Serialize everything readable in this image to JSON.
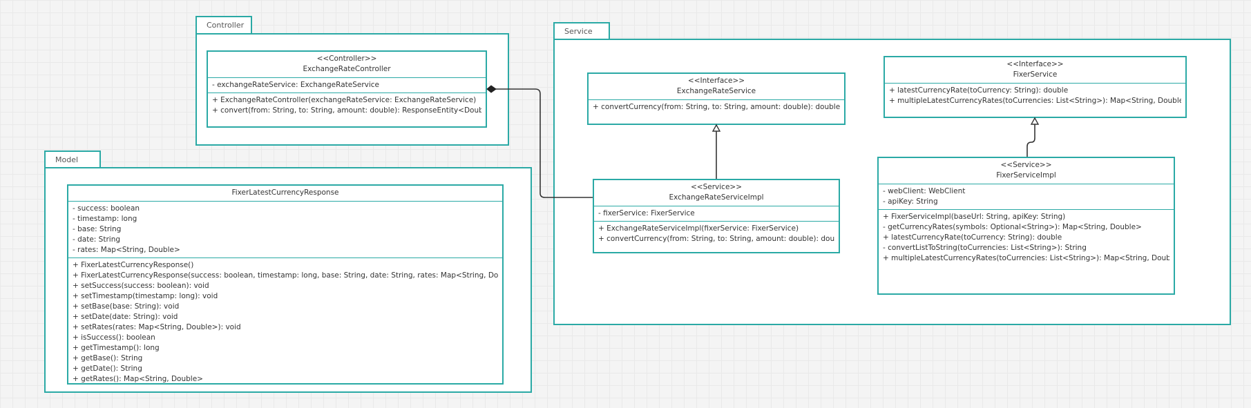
{
  "packages": {
    "controller": {
      "label": "Controller"
    },
    "service": {
      "label": "Service"
    },
    "model": {
      "label": "Model"
    }
  },
  "classes": {
    "exchange_rate_controller": {
      "stereotype": "<<Controller>>",
      "name": "ExchangeRateController",
      "attributes": [
        "-  exchangeRateService: ExchangeRateService"
      ],
      "methods": [
        "+ ExchangeRateController(exchangeRateService: ExchangeRateService)",
        "+ convert(from: String, to: String, amount: double): ResponseEntity<Double>"
      ]
    },
    "exchange_rate_service": {
      "stereotype": "<<Interface>>",
      "name": "ExchangeRateService",
      "methods": [
        "+ convertCurrency(from: String, to: String, amount: double): double"
      ]
    },
    "fixer_service": {
      "stereotype": "<<Interface>>",
      "name": "FixerService",
      "methods": [
        "+ latestCurrencyRate(toCurrency: String): double",
        "+ multipleLatestCurrencyRates(toCurrencies: List<String>): Map<String, Double>"
      ]
    },
    "exchange_rate_service_impl": {
      "stereotype": "<<Service>>",
      "name": "ExchangeRateServiceImpl",
      "attributes": [
        "- fixerService: FixerService"
      ],
      "methods": [
        "+ ExchangeRateServiceImpl(fixerService: FixerService)",
        "+ convertCurrency(from: String, to: String, amount: double): double"
      ]
    },
    "fixer_service_impl": {
      "stereotype": "<<Service>>",
      "name": "FixerServiceImpl",
      "attributes": [
        "- webClient: WebClient",
        "- apiKey: String"
      ],
      "methods": [
        "+ FixerServiceImpl(baseUrl: String, apiKey: String)",
        "- getCurrencyRates(symbols: Optional<String>): Map<String, Double>",
        "+ latestCurrencyRate(toCurrency: String): double",
        "- convertListToString(toCurrencies: List<String>): String",
        "+ multipleLatestCurrencyRates(toCurrencies: List<String>): Map<String, Double>"
      ]
    },
    "fixer_latest_currency_response": {
      "name": "FixerLatestCurrencyResponse",
      "attributes": [
        "- success: boolean",
        "- timestamp: long",
        "- base: String",
        "- date: String",
        "- rates: Map<String, Double>"
      ],
      "methods": [
        "+ FixerLatestCurrencyResponse()",
        "+ FixerLatestCurrencyResponse(success: boolean, timestamp: long, base: String, date: String, rates: Map<String, Double>)",
        "+ setSuccess(success: boolean): void",
        "+ setTimestamp(timestamp: long): void",
        "+ setBase(base: String): void",
        "+ setDate(date: String): void",
        "+ setRates(rates: Map<String, Double>): void",
        "+ isSuccess(): boolean",
        "+ getTimestamp(): long",
        "+ getBase(): String",
        "+ getDate(): String",
        "+ getRates(): Map<String, Double>"
      ]
    }
  },
  "colors": {
    "border": "#2aa9a5",
    "connector": "#333333"
  }
}
